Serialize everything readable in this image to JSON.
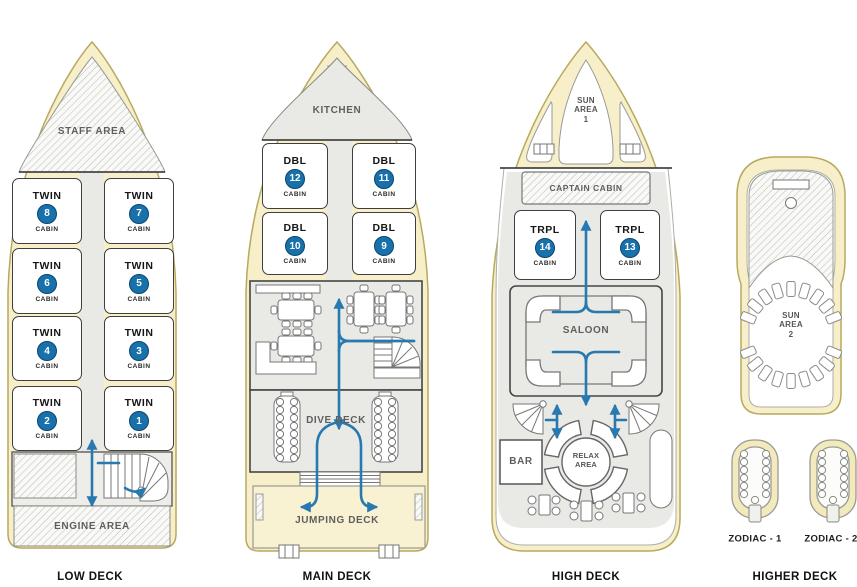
{
  "colors": {
    "hull": "#f6efc9",
    "hull_stroke": "#b9a95e",
    "wall": "#464646",
    "floor": "#e9e9e6",
    "cabin_number_bg": "#1971ab",
    "arrow_blue": "#2779b0",
    "hatch_line": "#bfbfb9"
  },
  "decks": {
    "low": {
      "label": "LOW DECK",
      "staff_area": "STAFF AREA",
      "engine_area": "ENGINE AREA",
      "cabins": [
        {
          "type": "TWIN",
          "number": "8",
          "sub": "CABIN"
        },
        {
          "type": "TWIN",
          "number": "7",
          "sub": "CABIN"
        },
        {
          "type": "TWIN",
          "number": "6",
          "sub": "CABIN"
        },
        {
          "type": "TWIN",
          "number": "5",
          "sub": "CABIN"
        },
        {
          "type": "TWIN",
          "number": "4",
          "sub": "CABIN"
        },
        {
          "type": "TWIN",
          "number": "3",
          "sub": "CABIN"
        },
        {
          "type": "TWIN",
          "number": "2",
          "sub": "CABIN"
        },
        {
          "type": "TWIN",
          "number": "1",
          "sub": "CABIN"
        }
      ]
    },
    "main": {
      "label": "MAIN DECK",
      "kitchen": "KITCHEN",
      "dive_deck": "DIVE DECK",
      "jumping_deck": "JUMPING DECK",
      "cabins": [
        {
          "type": "DBL",
          "number": "12",
          "sub": "CABIN"
        },
        {
          "type": "DBL",
          "number": "11",
          "sub": "CABIN"
        },
        {
          "type": "DBL",
          "number": "10",
          "sub": "CABIN"
        },
        {
          "type": "DBL",
          "number": "9",
          "sub": "CABIN"
        }
      ]
    },
    "high": {
      "label": "HIGH DECK",
      "sun_area_1": [
        "SUN",
        "AREA",
        "1"
      ],
      "captain_cabin": "CAPTAIN CABIN",
      "saloon": "SALOON",
      "bar": "BAR",
      "relax_area": [
        "RELAX",
        "AREA"
      ],
      "cabins": [
        {
          "type": "TRPL",
          "number": "14",
          "sub": "CABIN"
        },
        {
          "type": "TRPL",
          "number": "13",
          "sub": "CABIN"
        }
      ]
    },
    "higher": {
      "label": "HIGHER DECK",
      "sun_area_2": [
        "SUN",
        "AREA",
        "2"
      ],
      "zodiac_1": "ZODIAC - 1",
      "zodiac_2": "ZODIAC - 2"
    }
  }
}
